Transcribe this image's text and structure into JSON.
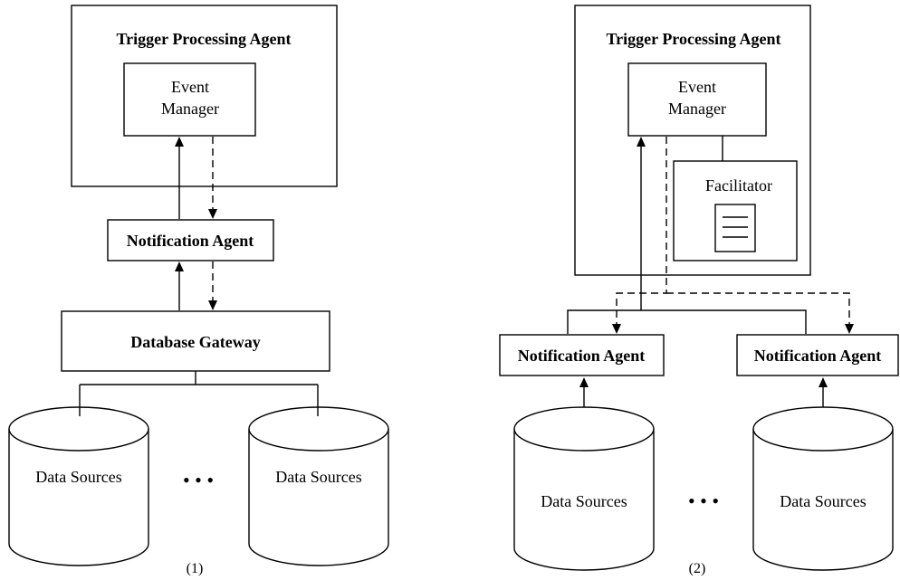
{
  "diagram1": {
    "title": "Trigger Processing Agent",
    "event_manager_line1": "Event",
    "event_manager_line2": "Manager",
    "notification_agent": "Notification Agent",
    "database_gateway": "Database Gateway",
    "data_source_left": "Data Sources",
    "data_source_right": "Data Sources",
    "ellipsis": "• • •",
    "caption": "(1)"
  },
  "diagram2": {
    "title": "Trigger Processing Agent",
    "event_manager_line1": "Event",
    "event_manager_line2": "Manager",
    "facilitator": "Facilitator",
    "notification_agent_left": "Notification Agent",
    "notification_agent_right": "Notification Agent",
    "data_source_left": "Data Sources",
    "data_source_right": "Data Sources",
    "ellipsis": "• • •",
    "caption": "(2)"
  }
}
